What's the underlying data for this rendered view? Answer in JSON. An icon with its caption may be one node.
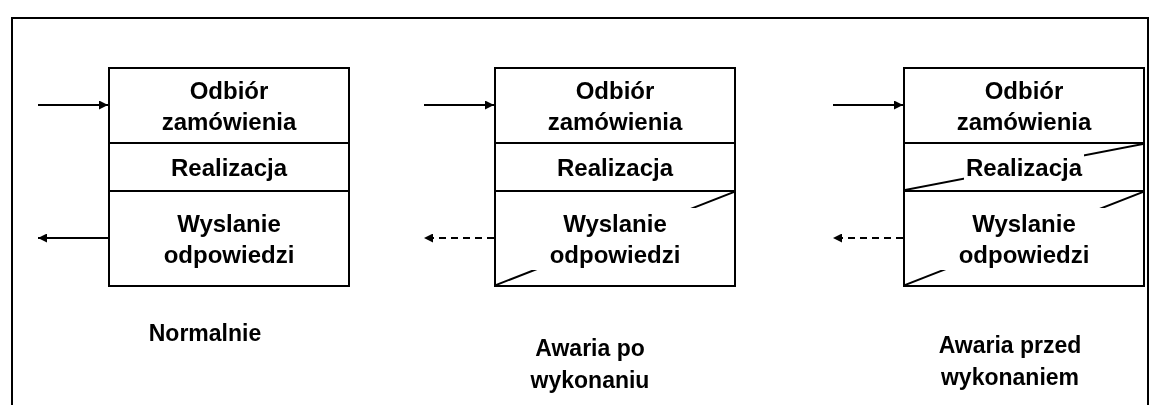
{
  "diagram": {
    "nodes": [
      {
        "text": [
          "Odbiór zamówienia"
        ]
      },
      {
        "text": [
          "Realizacja"
        ]
      },
      {
        "text": [
          "Wyslanie odpowiedzi"
        ]
      },
      {
        "text": [
          "Odbiór zamówienia"
        ]
      },
      {
        "text": [
          "Realizacja"
        ]
      },
      {
        "text": [
          "Wyslanie odpowiedzi"
        ]
      },
      {
        "text": [
          "Odbiór zamówienia"
        ]
      },
      {
        "text": [
          "Realizacja"
        ]
      },
      {
        "text": [
          "Wyslanie odpowiedzi"
        ]
      }
    ],
    "edges": [
      {
        "from": null,
        "to": 0,
        "arrow": "to"
      },
      {
        "from": 2,
        "to": null,
        "arrow": "to"
      },
      {
        "from": null,
        "to": 3,
        "arrow": "to"
      },
      {
        "from": 5,
        "to": null,
        "arrow": "to",
        "style": "dashed"
      },
      {
        "from": null,
        "to": 6,
        "arrow": "to"
      },
      {
        "from": 8,
        "to": null,
        "arrow": "to",
        "style": "dashed"
      }
    ],
    "labels": [
      "Normalnie",
      "Awaria po wykonaniu",
      "Awaria przed wykonaniem"
    ]
  }
}
